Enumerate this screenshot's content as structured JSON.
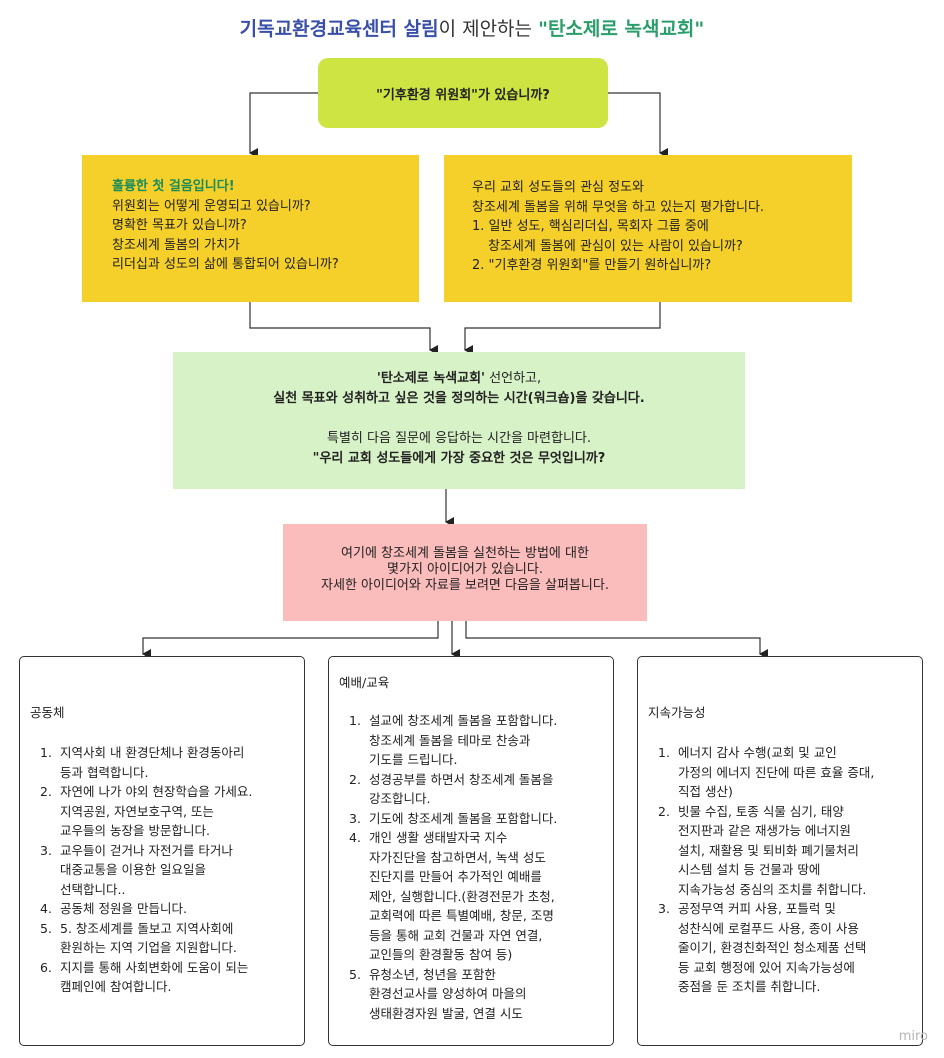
{
  "title": {
    "part1": "기독교환경교육센터 살림",
    "part2": "이 제안하는 ",
    "part3": "\"탄소제로 녹색교회\""
  },
  "question_box": {
    "text": "\"기후환경 위원회\"가 있습니까?"
  },
  "left_box": {
    "highlight": "훌륭한 첫 걸음입니다!",
    "lines": [
      "위원회는 어떻게 운영되고 있습니까?",
      "명확한 목표가 있습니까?",
      "창조세계 돌봄의 가치가",
      "리더십과 성도의 삶에 통합되어 있습니까?"
    ]
  },
  "right_box": {
    "lines": [
      "우리 교회 성도들의 관심 정도와",
      "창조세계 돌봄을 위해 무엇을 하고 있는지 평가합니다.",
      "1. 일반 성도, 핵심리더십, 목회자 그룹 중에",
      "창조세계 돌봄에 관심이 있는 사람이 있습니까?",
      "2. \"기후환경 위원회\"를 만들기 원하십니까?"
    ]
  },
  "declaration_box": {
    "line1_bold": "'탄소제로 녹색교회'",
    "line1_rest": " 선언하고,",
    "line2": "실천 목표와 성취하고 싶은 것을 정의하는 시간(워크숍)을 갖습니다.",
    "line3": "특별히 다음 질문에 응답하는 시간을 마련합니다.",
    "line4": "\"우리 교회 성도들에게 가장 중요한 것은 무엇입니까?"
  },
  "ideas_box": {
    "lines": [
      "여기에 창조세계 돌봄을 실천하는 방법에 대한",
      "몇가지 아이디어가 있습니다.",
      "자세한 아이디어와 자료를 보려면 다음을 살펴봅니다."
    ]
  },
  "columns": [
    {
      "heading": "공동체",
      "items": [
        {
          "num": "1.",
          "lines": [
            "지역사회 내 환경단체나 환경동아리",
            "등과 협력합니다."
          ]
        },
        {
          "num": "2.",
          "lines": [
            "자연에 나가 야외 현장학습을 가세요.",
            "지역공원, 자연보호구역, 또는",
            "교우들의 농장을 방문합니다."
          ]
        },
        {
          "num": "3.",
          "lines": [
            "교우들이 걷거나 자전거를 타거나",
            "대중교통을 이용한 일요일을",
            "선택합니다.."
          ]
        },
        {
          "num": "4.",
          "lines": [
            "공동체 정원을 만듭니다."
          ]
        },
        {
          "num": "5.",
          "lines": [
            "5. 창조세계를 돌보고 지역사회에",
            "환원하는 지역 기업을 지원합니다."
          ]
        },
        {
          "num": "6.",
          "lines": [
            "지지를 통해 사회변화에 도움이 되는",
            "캠페인에 참여합니다."
          ]
        }
      ]
    },
    {
      "heading": "예배/교육",
      "items": [
        {
          "num": "1.",
          "lines": [
            "설교에 창조세계 돌봄을 포함합니다.",
            "창조세계 돌봄을 테마로 찬송과",
            "기도를 드립니다."
          ]
        },
        {
          "num": "2.",
          "lines": [
            "성경공부를 하면서 창조세계 돌봄을",
            "강조합니다."
          ]
        },
        {
          "num": "3.",
          "lines": [
            "기도에 창조세계 돌봄을 포함합니다."
          ]
        },
        {
          "num": "4.",
          "lines": [
            "개인 생활 생태발자국 지수",
            "자가진단을 참고하면서, 녹색 성도",
            "진단지를 만들어 추가적인 예배를",
            "제안, 실행합니다.(환경전문가 초청,",
            "교회력에 따른 특별예배, 창문, 조명",
            "등을 통해 교회 건물과 자연 연결,",
            "교인들의 환경활동 참여 등)"
          ]
        },
        {
          "num": "5.",
          "lines": [
            "유청소년, 청년을 포함한",
            "환경선교사를 양성하여 마을의",
            "생태환경자원 발굴, 연결 시도"
          ]
        }
      ]
    },
    {
      "heading": "지속가능성",
      "items": [
        {
          "num": "1.",
          "lines": [
            "에너지 감사 수행(교회 및 교인",
            "가정의 에너지 진단에 따른 효율 증대,",
            "직접 생산)"
          ]
        },
        {
          "num": "2.",
          "lines": [
            "빗물 수집, 토종 식물 심기, 태양",
            "전지판과 같은 재생가능 에너지원",
            "설치, 재활용 및 퇴비화 폐기물처리",
            "시스템 설치 등 건물과 땅에",
            "지속가능성 중심의 조치를 취합니다."
          ]
        },
        {
          "num": "3.",
          "lines": [
            "공정무역 커피 사용, 포틀럭 및",
            "성찬식에 로컬푸드 사용, 종이 사용",
            "줄이기, 환경친화적인 청소제품 선택",
            "등 교회 행정에 있어 지속가능성에",
            "중점을 둔 조치를 취합니다."
          ]
        }
      ]
    }
  ],
  "watermark": "miro",
  "colors": {
    "title_blue": "#3a4fa8",
    "title_green": "#2a9d6a",
    "question_fill": "#cde443",
    "yellow_fill": "#f5cf2a",
    "green_fill": "#d8f2c8",
    "pink_fill": "#fbbcbc"
  }
}
